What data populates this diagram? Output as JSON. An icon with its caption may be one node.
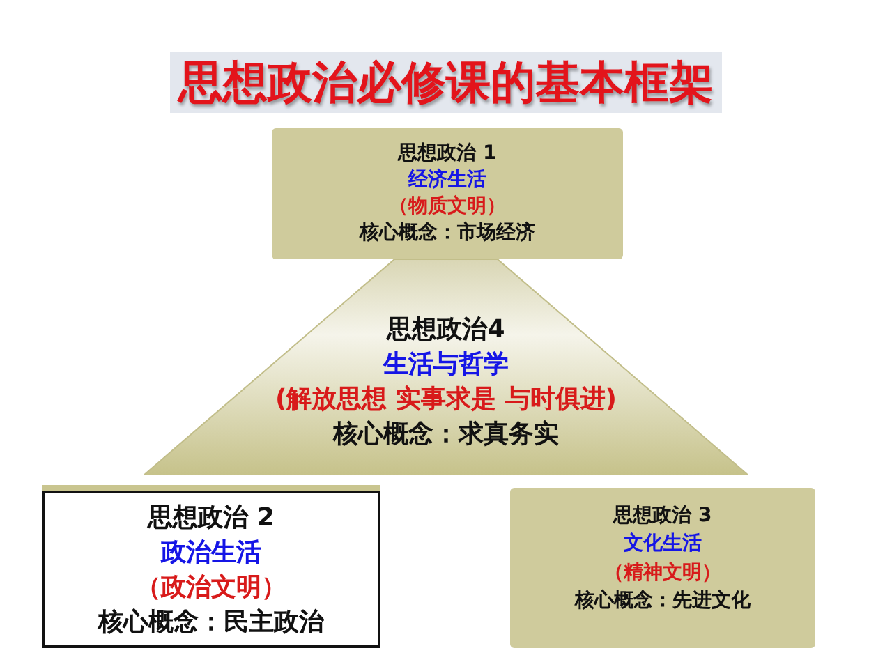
{
  "diagram": {
    "title": "思想政治必修课的基本框架",
    "nodes": [
      {
        "text": [
          "思想政治 1",
          "经济生活",
          "（物质文明）",
          "核心概念：市场经济"
        ]
      },
      {
        "text": [
          "思想政治4",
          "生活与哲学",
          "(解放思想 实事求是 与时俱进)",
          "核心概念：求真务实"
        ]
      },
      {
        "text": [
          "思想政治 2",
          "政治生活",
          "（政治文明）",
          "核心概念：民主政治"
        ]
      },
      {
        "text": [
          "思想政治 3",
          "文化生活",
          "（精神文明）",
          "核心概念：先进文化"
        ]
      }
    ]
  }
}
